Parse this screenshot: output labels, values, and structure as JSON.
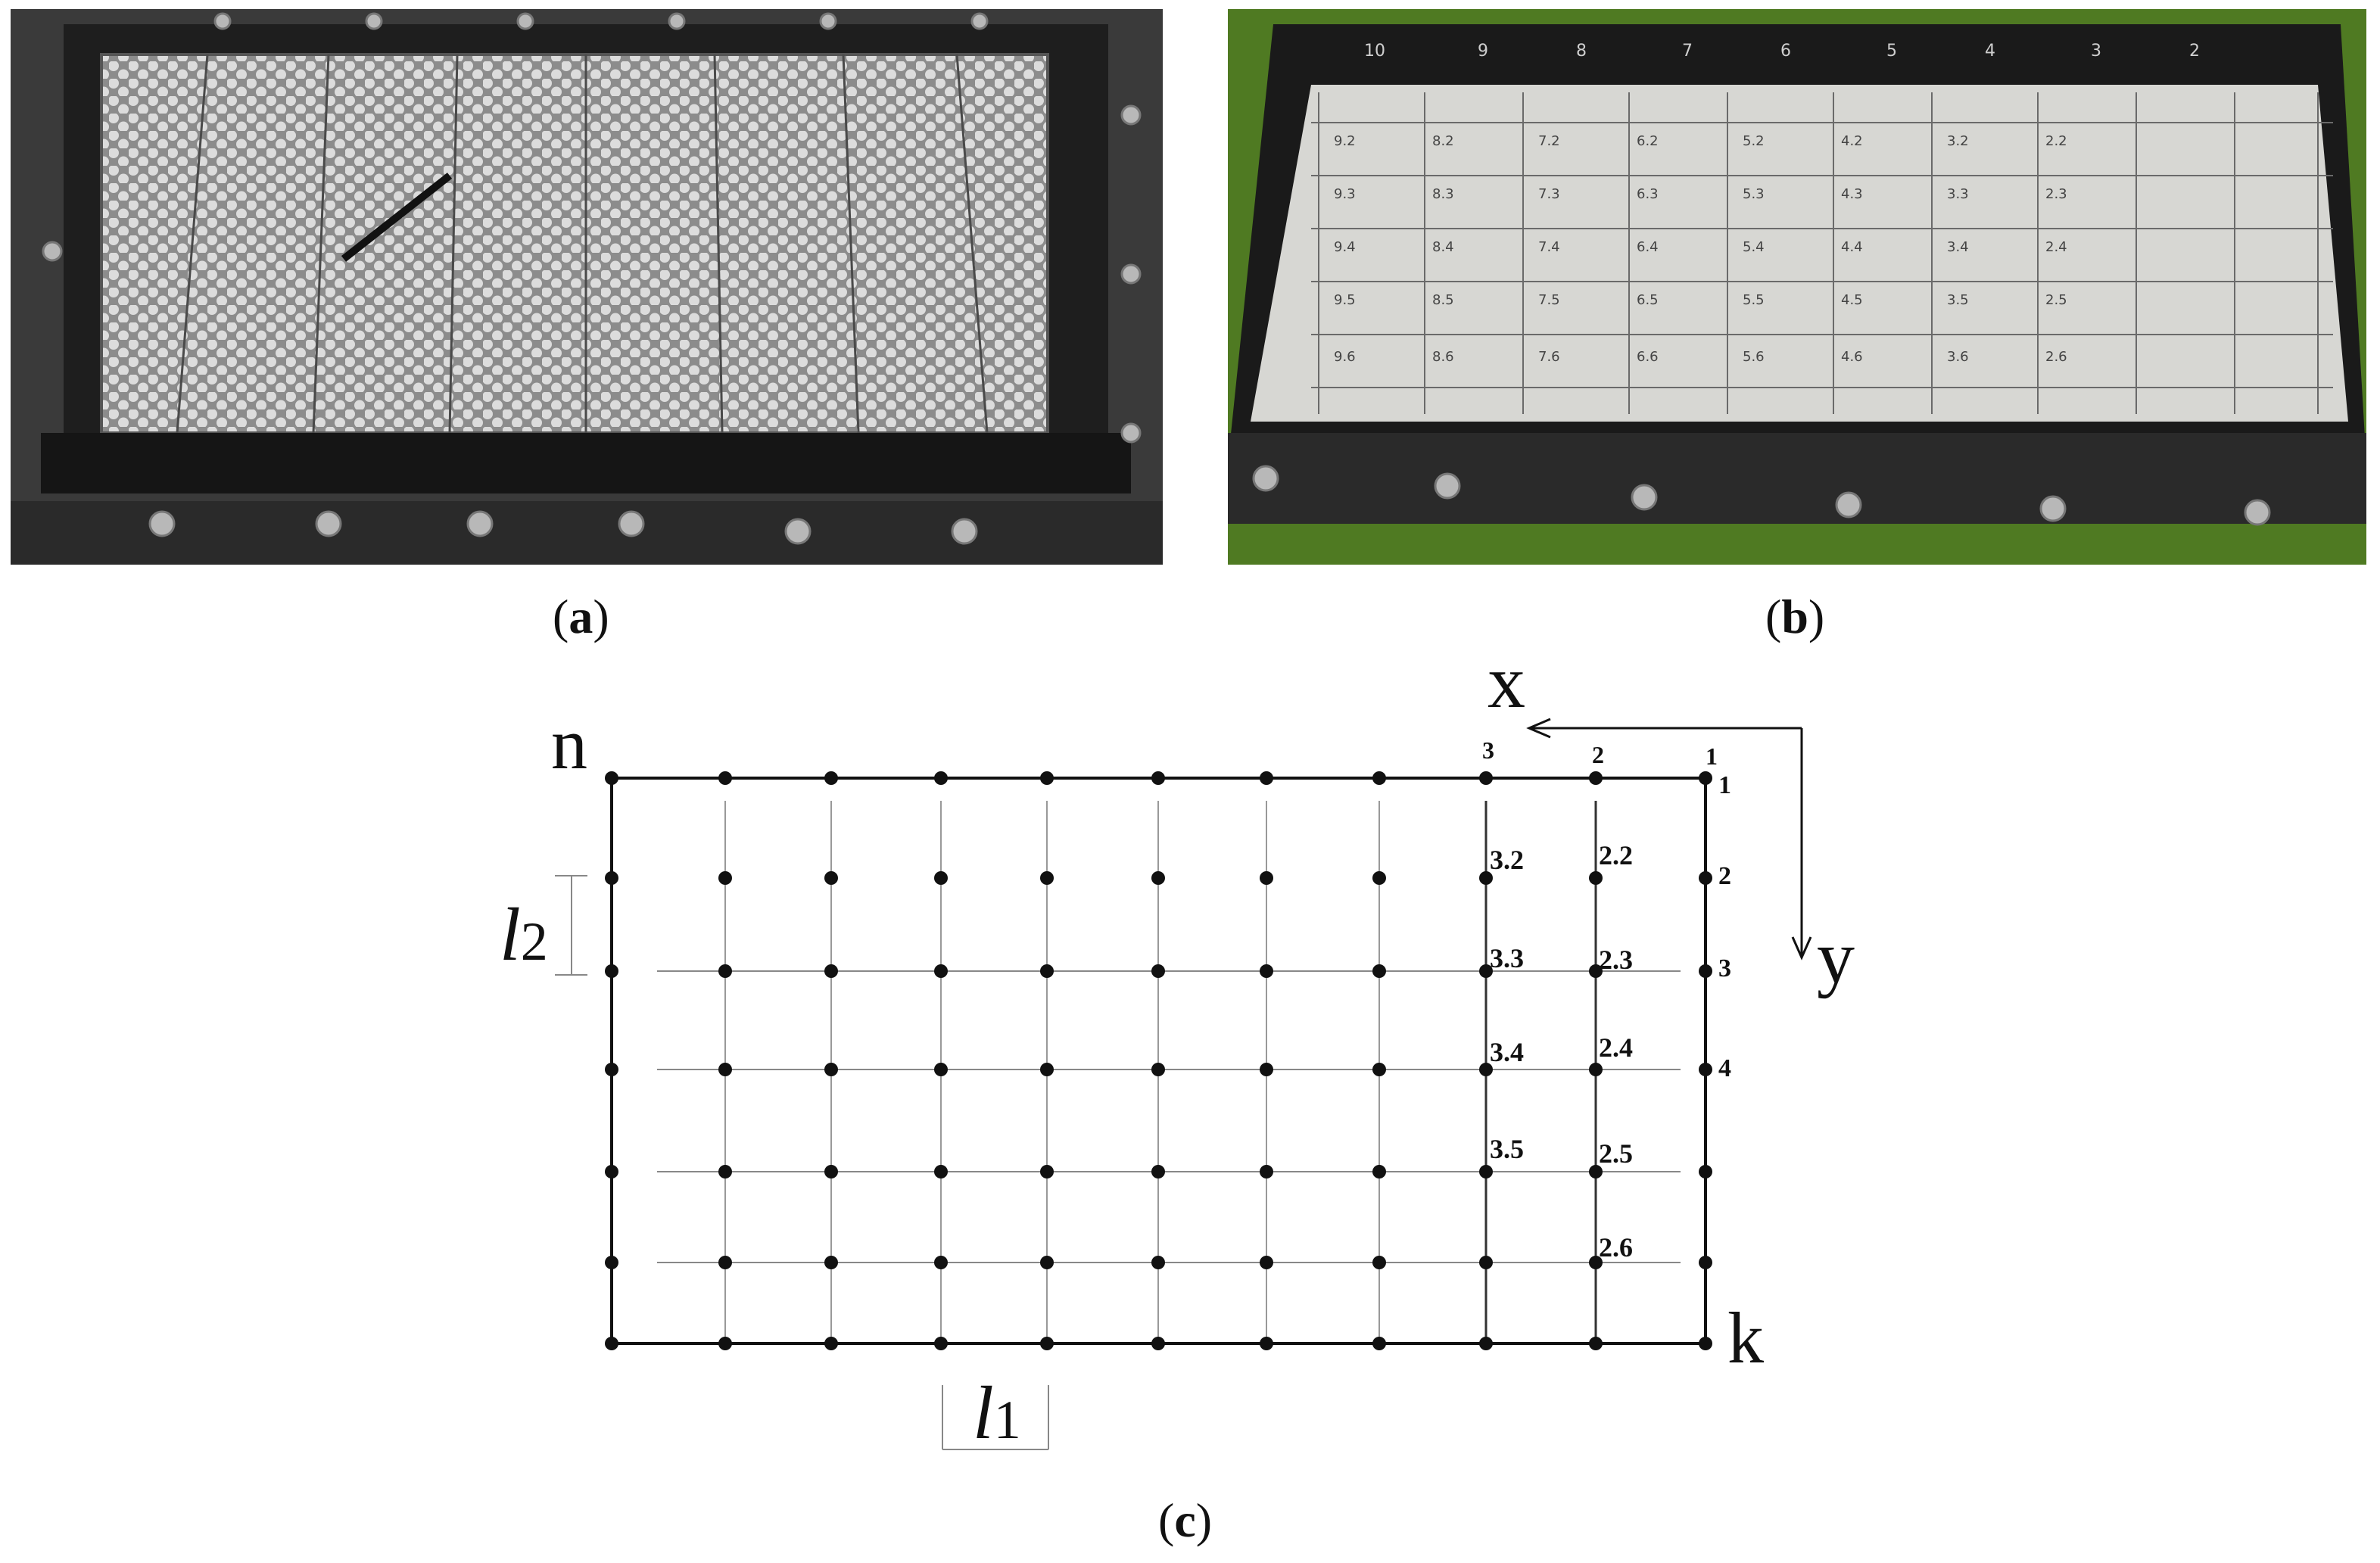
{
  "captions": {
    "a": "a",
    "b": "b",
    "c": "c"
  },
  "axes": {
    "x": "x",
    "y": "y"
  },
  "corners": {
    "n": "n",
    "k": "k"
  },
  "dims": {
    "l1": "l",
    "l1_sub": "1",
    "l2": "l",
    "l2_sub": "2"
  },
  "top_labels": [
    "3",
    "2",
    "1"
  ],
  "right_labels": [
    "1",
    "2",
    "3",
    "4"
  ],
  "point_labels": [
    "3.2",
    "2.2",
    "3.3",
    "2.3",
    "3.4",
    "2.4",
    "3.5",
    "2.5",
    "2.6"
  ],
  "photo_b_col_labels": [
    "10",
    "9",
    "8",
    "7",
    "6",
    "5",
    "4",
    "3",
    "2"
  ],
  "photo_b_cell_rows": [
    [
      "9.2",
      "8.2",
      "7.2",
      "6.2",
      "5.2",
      "4.2",
      "3.2",
      "2.2"
    ],
    [
      "9.3",
      "8.3",
      "7.3",
      "6.3",
      "5.3",
      "4.3",
      "3.3",
      "2.3"
    ],
    [
      "9.4",
      "8.4",
      "7.4",
      "6.4",
      "5.4",
      "4.4",
      "3.4",
      "2.4"
    ],
    [
      "9.5",
      "8.5",
      "7.5",
      "6.5",
      "5.5",
      "4.5",
      "3.5",
      "2.5"
    ],
    [
      "9.6",
      "8.6",
      "7.6",
      "6.6",
      "5.6",
      "4.6",
      "3.6",
      "2.6"
    ]
  ],
  "colors": {
    "frame": "#1f1f1f",
    "mesh": "#9a9a9a",
    "paper": "#d7d7d3",
    "bench": "#5b8a24",
    "ink": "#111111"
  }
}
